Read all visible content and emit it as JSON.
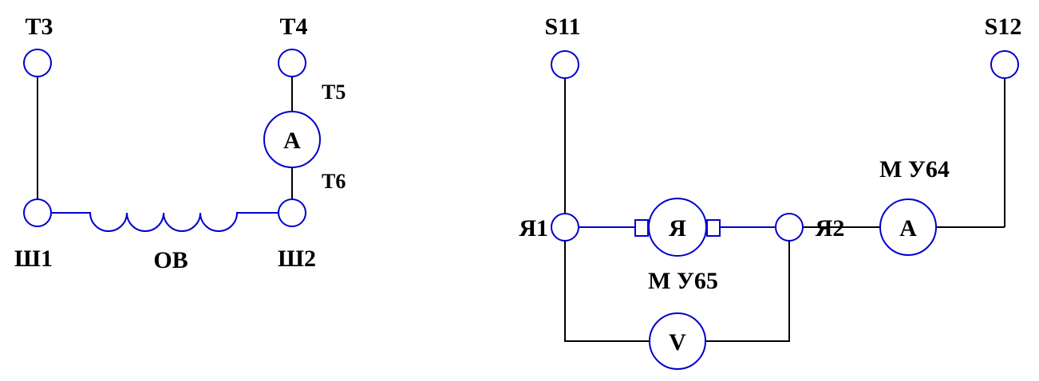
{
  "colors": {
    "wire": "#000000",
    "component": "#0000cc",
    "background": "#ffffff"
  },
  "left_circuit": {
    "t3": "T3",
    "t4": "T4",
    "t5": "T5",
    "t6": "T6",
    "sh1": "Ш1",
    "sh2": "Ш2",
    "winding": "ОВ",
    "ammeter": "А"
  },
  "right_circuit": {
    "s11": "S11",
    "s12": "S12",
    "ya1": "Я1",
    "ya2": "Я2",
    "armature": "Я",
    "mu65": "М У65",
    "mu64": "М У64",
    "ammeter": "А",
    "voltmeter": "V"
  }
}
